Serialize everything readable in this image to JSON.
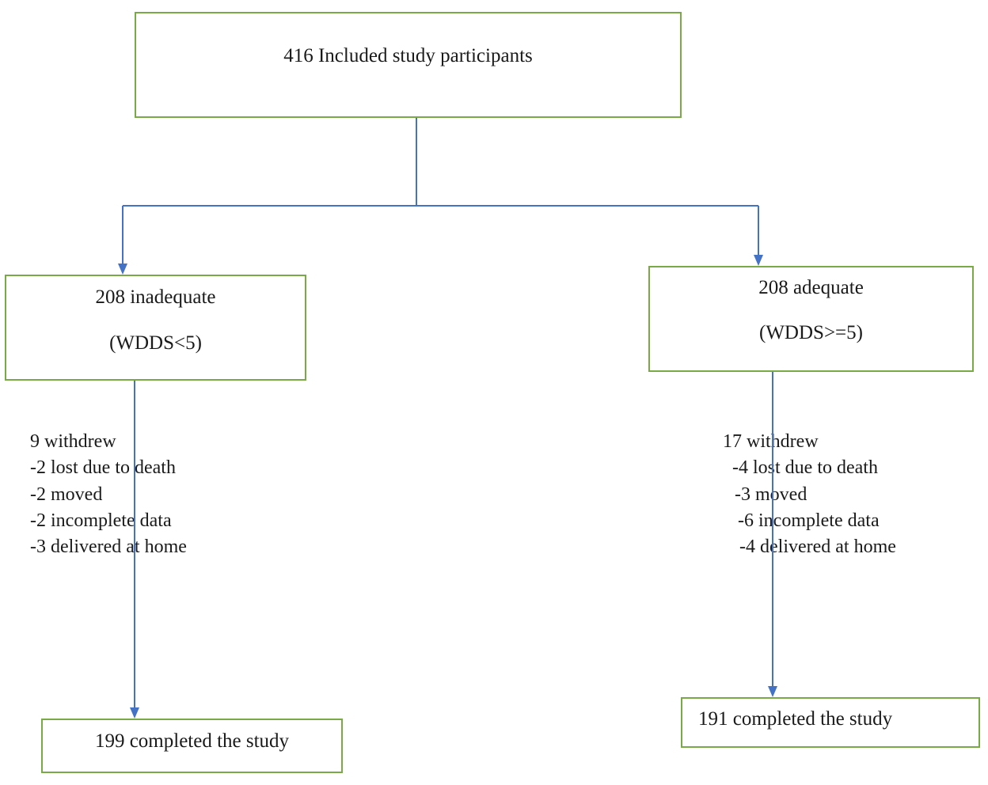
{
  "flow": {
    "top": {
      "label": "416 Included study participants"
    },
    "left_group": {
      "label": "208 inadequate",
      "criterion": "(WDDS<5)",
      "withdrawn": {
        "header": "9 withdrew",
        "items": [
          "-2 lost due to death",
          "-2 moved",
          "-2 incomplete data",
          "-3 delivered at home"
        ]
      },
      "completed": "199 completed the study"
    },
    "right_group": {
      "label": "208 adequate",
      "criterion": "(WDDS>=5)",
      "withdrawn": {
        "header": "17 withdrew",
        "items": [
          "-4 lost due to death",
          "-3 moved",
          "-6 incomplete data",
          "-4 delivered at home"
        ]
      },
      "completed": "191 completed the study"
    }
  },
  "colors": {
    "box_border": "#7aaa46",
    "connector": "#4472c4",
    "text": "#1a1a1a"
  }
}
